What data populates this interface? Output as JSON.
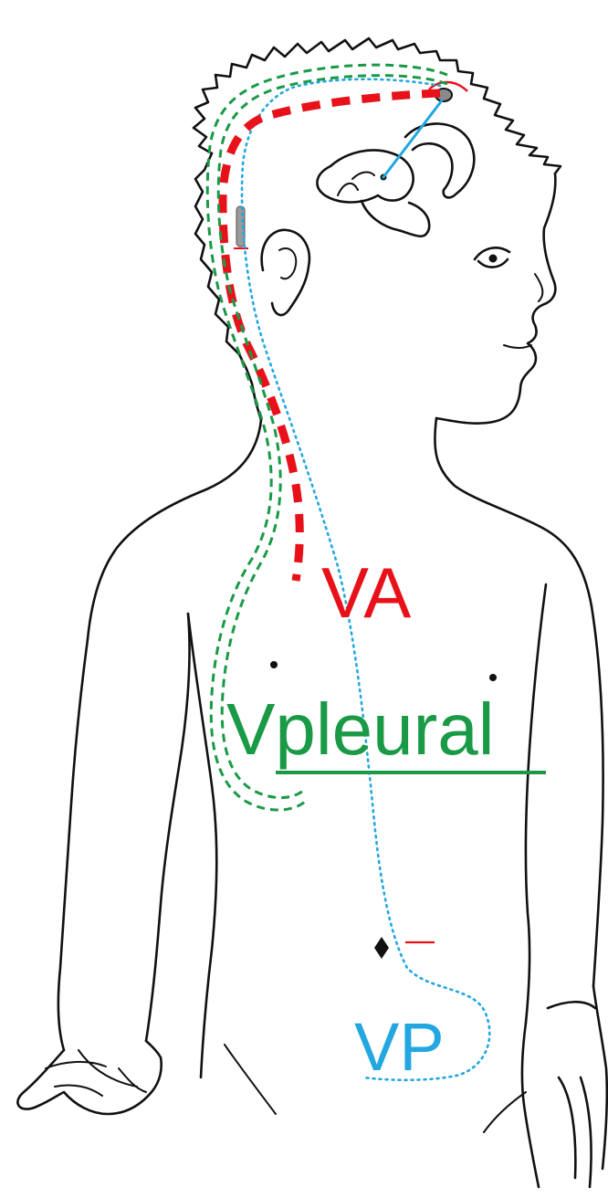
{
  "labels": {
    "va": "VA",
    "vpleural": "Vpleural",
    "vp": "VP"
  },
  "colors": {
    "va": "#e8111a",
    "vpleural": "#1a9a46",
    "vp": "#22a7e0",
    "outline": "#111111"
  }
}
